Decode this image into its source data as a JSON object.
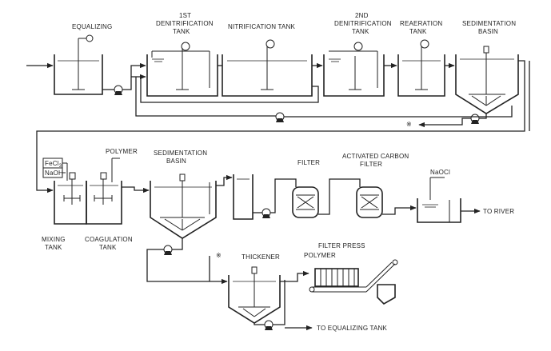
{
  "labels": {
    "equalizing": "EQUALIZING",
    "denit1": [
      "1ST",
      "DENITRIFICATION",
      "TANK"
    ],
    "nitrification": "NITRIFICATION TANK",
    "denit2": [
      "2ND",
      "DENITRIFICATION",
      "TANK"
    ],
    "reaeration": [
      "REAERATION",
      "TANK"
    ],
    "sedimentation1": [
      "SEDIMENTATION",
      "BASIN"
    ],
    "return_mark": "※",
    "fecl3": "FeCl",
    "fecl3_sub": "3",
    "naoh": "NaOH",
    "polymer1": "POLYMER",
    "sedimentation2": [
      "SEDIMENTATION",
      "BASIN"
    ],
    "filter": "FILTER",
    "activated_carbon": [
      "ACTIVATED CARBON",
      "FILTER"
    ],
    "naocl": "NaOCl",
    "to_river": "TO RIVER",
    "mixing": [
      "MIXING",
      "TANK"
    ],
    "coagulation": [
      "COAGULATION",
      "TANK"
    ],
    "thickener_mark": "※",
    "thickener": "THICKENER",
    "filter_press": "FILTER PRESS",
    "polymer2": "POLYMER",
    "to_equalizing": "TO EQUALIZING TANK"
  }
}
